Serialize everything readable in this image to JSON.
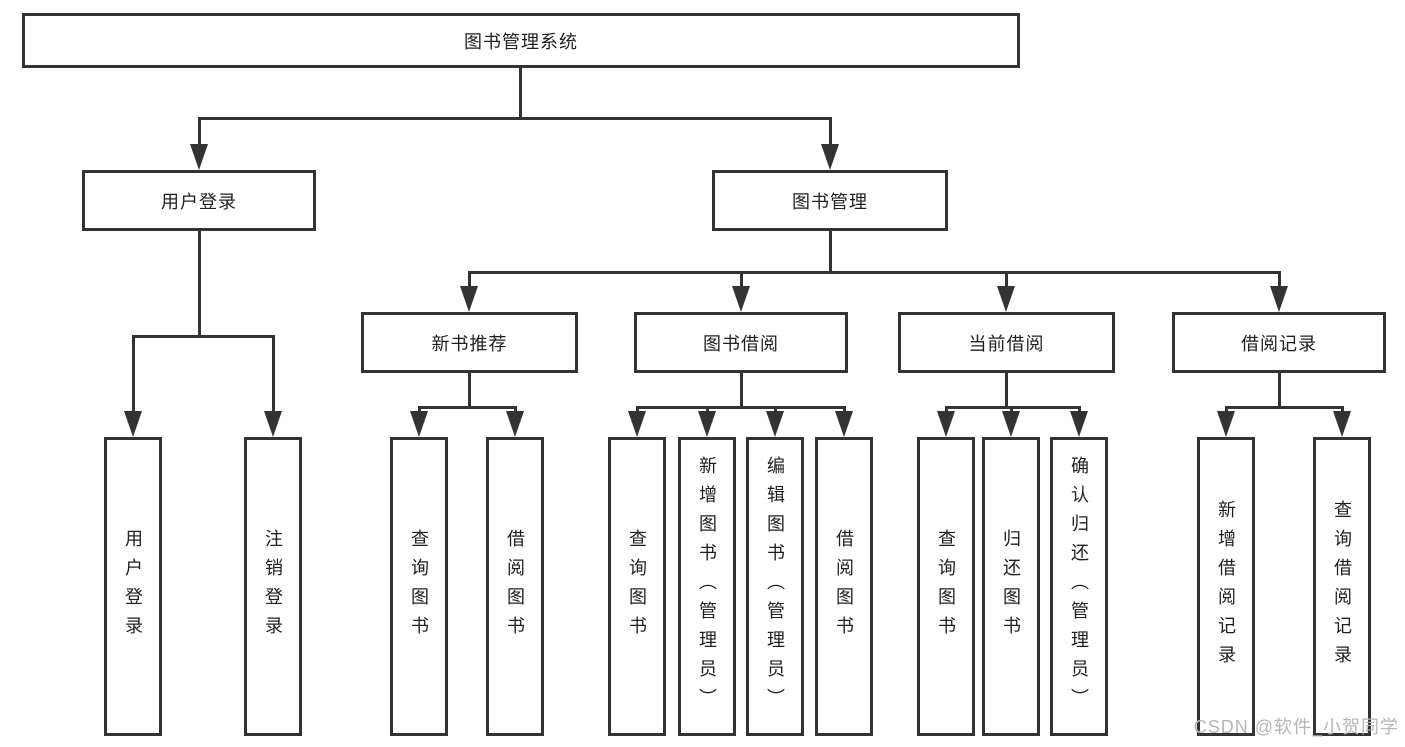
{
  "diagram": {
    "title": "图书管理系统",
    "root": {
      "label": "图书管理系统"
    },
    "level2": [
      {
        "id": "user-login",
        "label": "用户登录"
      },
      {
        "id": "book-management",
        "label": "图书管理"
      }
    ],
    "level3": [
      {
        "id": "new-book-recommend",
        "label": "新书推荐"
      },
      {
        "id": "book-borrow",
        "label": "图书借阅"
      },
      {
        "id": "current-borrow",
        "label": "当前借阅"
      },
      {
        "id": "borrow-records",
        "label": "借阅记录"
      }
    ],
    "leaves": {
      "user": [
        "用户登录",
        "注销登录"
      ],
      "rec": [
        "查询图书",
        "借阅图书"
      ],
      "borrow": [
        "查询图书",
        "新增图书（管理员）",
        "编辑图书（管理员）",
        "借阅图书"
      ],
      "current": [
        "查询图书",
        "归还图书",
        "确认归还（管理员）"
      ],
      "records": [
        "新增借阅记录",
        "查询借阅记录"
      ]
    }
  },
  "icons": {
    "arrowhead": "down-arrowhead"
  },
  "colors": {
    "line": "#333333",
    "box_border": "#333333",
    "box_fill": "#ffffff",
    "text": "#1f1f1f",
    "watermark": "#b6b6b6",
    "background": "#ffffff"
  },
  "watermark": {
    "text": "CSDN @软件_小贺同学"
  }
}
